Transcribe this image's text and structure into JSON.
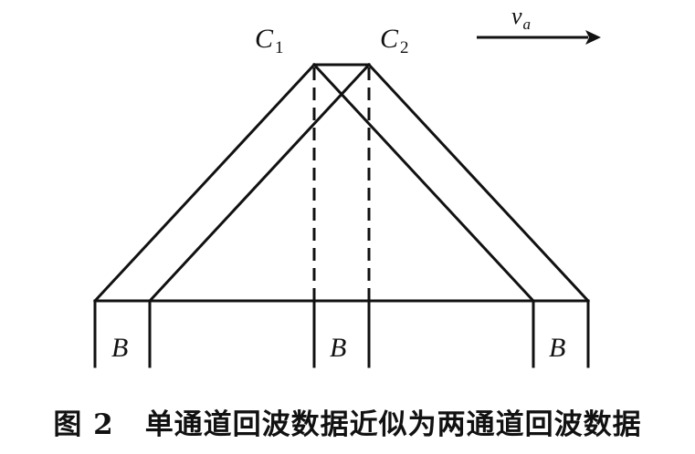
{
  "labels": {
    "c1_main": "C",
    "c1_sub": "1",
    "c2_main": "C",
    "c2_sub": "2",
    "velocity_main": "v",
    "velocity_sub": "a",
    "b_left": "B",
    "b_center": "B",
    "b_right": "B"
  },
  "caption": {
    "figure_number": "图 2",
    "text": "单通道回波数据近似为两通道回波数据"
  },
  "colors": {
    "ink": "#111111",
    "background": "#ffffff"
  }
}
